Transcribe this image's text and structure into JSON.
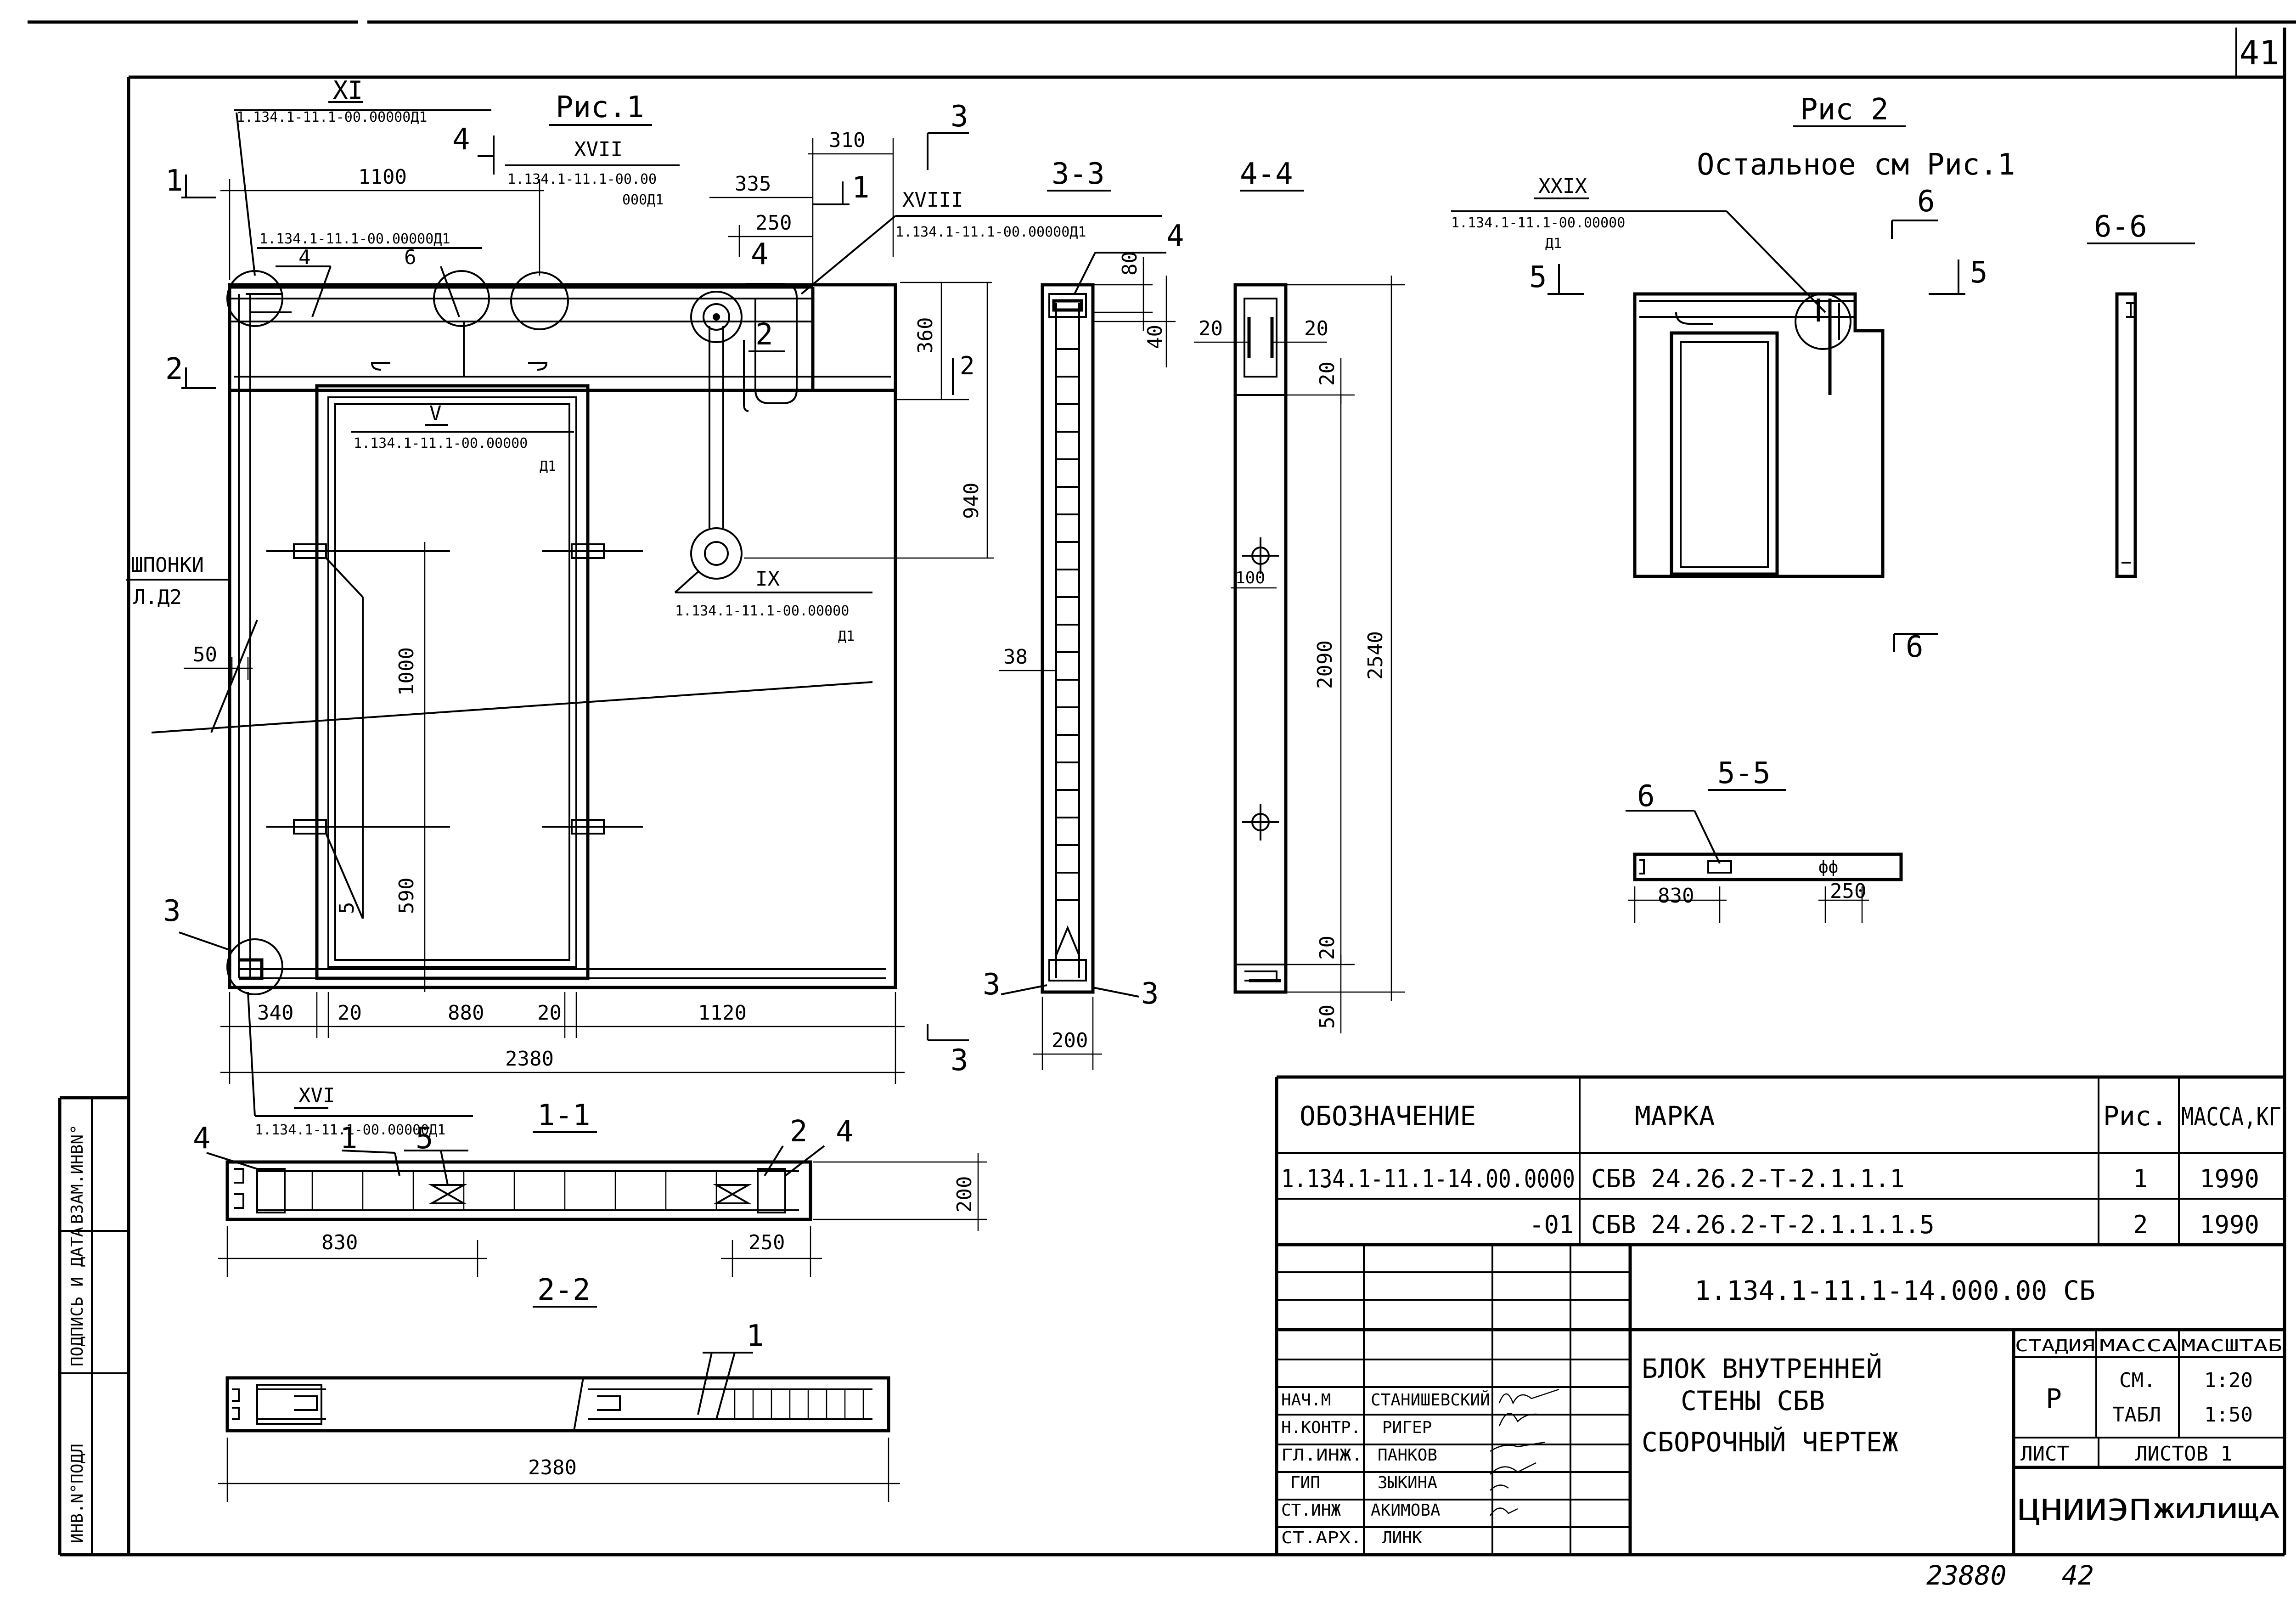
{
  "sheet": {
    "sheet_no": "41",
    "archive_no": "23880",
    "page_no": "42"
  },
  "side_stamp": [
    "ИНВ.N°ПОДЛ",
    "ПОДПИСЬ И ДАТА",
    "ВЗАМ.ИНВN°"
  ],
  "fig1": {
    "title": "Рис.1",
    "ref_ref": "1.134.1-11.1-00.00000Д1",
    "refs": [
      {
        "num": "XI",
        "code": "1.134.1-11.1-00.00000Д1"
      },
      {
        "num": "XVII",
        "code": "1.134.1-11.1-00.00",
        "code2": "000Д1"
      },
      {
        "num": "XVIII",
        "code": "1.134.1-11.1-00.00000Д1"
      },
      {
        "num": "V",
        "code": "1.134.1-11.1-00.00000",
        "code2": "Д1"
      },
      {
        "num": "IX",
        "code": "1.134.1-11.1-00.00000",
        "code2": "Д1"
      },
      {
        "num": "XVI",
        "code": "1.134.1-11.1-00.00000Д1"
      }
    ],
    "top_ref": "1.134.1-11.1-00.00000Д1",
    "dims": {
      "d1100": "1100",
      "d335": "335",
      "d310": "310",
      "d250": "250",
      "d360": "360",
      "d940": "940",
      "d1000": "1000",
      "d590": "590",
      "d50": "50",
      "d340": "340",
      "d20a": "20",
      "d880": "880",
      "d20b": "20",
      "d1120": "1120",
      "d2380": "2380"
    },
    "keys_label": "ШПОНКИ",
    "keys_ref": "Л.Д2",
    "markers": {
      "m1": "1",
      "m2": "2",
      "m3": "3",
      "m4": "4",
      "m5": "5",
      "m6": "6"
    }
  },
  "sec33": {
    "title": "3-3",
    "d80": "80",
    "d40": "40",
    "d38": "38",
    "d200": "200",
    "m3a": "3",
    "m3b": "3",
    "m4": "4"
  },
  "sec44": {
    "title": "4-4",
    "d20a": "20",
    "d20b": "20",
    "d20c": "20",
    "d100": "100",
    "d2090": "2090",
    "d2540": "2540",
    "d20d": "20",
    "d50": "50"
  },
  "fig2": {
    "title": "Рис 2",
    "subtitle": "Остальное см Рис.1",
    "ref_num": "XXIX",
    "ref_code": "1.134.1-11.1-00.00000",
    "ref_code2": "Д1",
    "m5": "5",
    "m6": "6"
  },
  "sec66": {
    "title": "6-6"
  },
  "sec55": {
    "title": "5-5",
    "m6": "6",
    "d830": "830",
    "d250": "250"
  },
  "sec11": {
    "title": "1-1",
    "d830": "830",
    "d250": "250",
    "d200": "200",
    "m1": "1",
    "m2": "2",
    "m4a": "4",
    "m4b": "4",
    "m5": "5"
  },
  "sec22": {
    "title": "2-2",
    "d2380": "2380",
    "m1": "1"
  },
  "spec": {
    "headers": {
      "designation": "ОБОЗНАЧЕНИЕ",
      "mark": "МАРКА",
      "fig": "Рис.",
      "mass": "МАССА,КГ"
    },
    "rows": [
      {
        "designation": "1.134.1-11.1-14.00.0000",
        "mark": "СБВ 24.26.2-Т-2.1.1.1",
        "fig": "1",
        "mass": "1990"
      },
      {
        "designation": "-01",
        "mark": "СБВ 24.26.2-Т-2.1.1.1.5",
        "fig": "2",
        "mass": "1990"
      }
    ]
  },
  "title_block": {
    "code": "1.134.1-11.1-14.000.00 СБ",
    "name_line1": "БЛОК ВНУТРЕННЕЙ",
    "name_line2": "СТЕНЫ СБВ",
    "name_line3": "СБОРОЧНЫЙ ЧЕРТЕЖ",
    "stage_h": "СТАДИЯ",
    "mass_h": "МАССА",
    "scale_h": "МАСШТАБ",
    "stage": "Р",
    "mass1": "СМ.",
    "mass2": "ТАБЛ",
    "scale1": "1:20",
    "scale2": "1:50",
    "sheet_h": "ЛИСТ",
    "sheets_h": "ЛИСТОВ 1",
    "org": "ЦНИИЭП",
    "org2": "ЖИЛИЩА",
    "people": [
      {
        "role": "НАЧ.М",
        "name": "СТАНИШЕВСКИЙ"
      },
      {
        "role": "Н.КОНТР.",
        "name": "РИГЕР"
      },
      {
        "role": "ГЛ.ИНЖ.",
        "name": "ПАНКОВ"
      },
      {
        "role": "ГИП",
        "name": "ЗЫКИНА"
      },
      {
        "role": "СТ.ИНЖ",
        "name": "АКИМОВА"
      },
      {
        "role": "СТ.АРХ.",
        "name": "ЛИНК"
      }
    ]
  }
}
